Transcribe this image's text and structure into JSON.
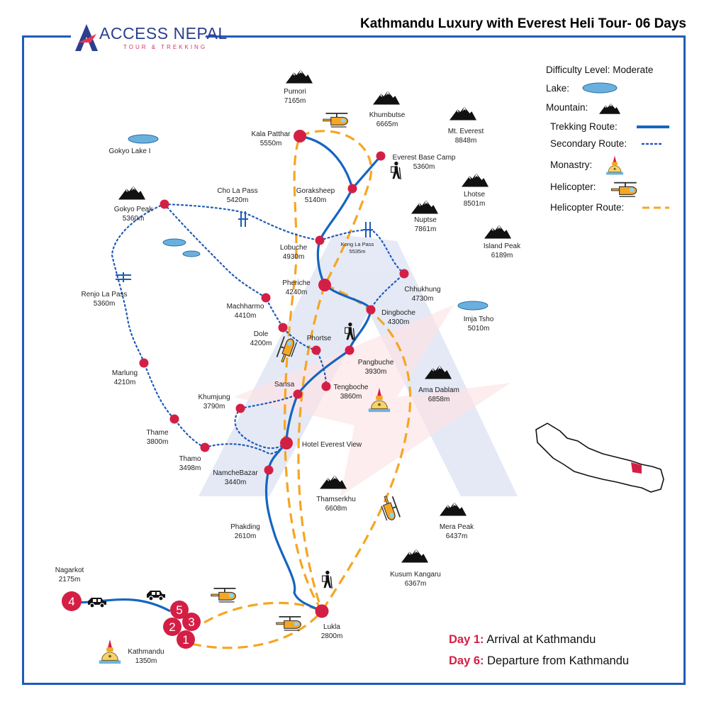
{
  "title": "Kathmandu Luxury with Everest Heli Tour- 06 Days",
  "logo": {
    "name": "ACCESS NEPAL",
    "tagline": "TOUR & TREKKING"
  },
  "legend": {
    "difficulty": "Difficulty Level: Moderate",
    "lake": "Lake:",
    "mountain": "Mountain:",
    "trekking_route": "Trekking Route:",
    "secondary_route": "Secondary Route:",
    "monastery": "Monastry:",
    "helicopter": "Helicopter:",
    "helicopter_route": "Helicopter Route:"
  },
  "colors": {
    "trekking_route": "#1565c0",
    "secondary_route": "#1f5bb8",
    "helicopter_route": "#f5a623",
    "stop": "#d41f45",
    "border": "#1f5bb8",
    "lake": "#6ab0de"
  },
  "days": [
    {
      "key": "Day 1:",
      "text": "Arrival at Kathmandu"
    },
    {
      "key": "Day 6:",
      "text": "Departure from Kathmandu"
    }
  ],
  "places": {
    "kala_patthar": {
      "name": "Kala Patthar",
      "alt": "5550m"
    },
    "everest_base_camp": {
      "name": "Everest Base Camp",
      "alt": "5360m"
    },
    "gorakshep": {
      "name": "Goraksheep",
      "alt": "5140m"
    },
    "lobuche": {
      "name": "Lobuche",
      "alt": "4930m"
    },
    "kong_la": {
      "name": "Kong La Pass",
      "alt": "5535m"
    },
    "pheriche": {
      "name": "Pheriche",
      "alt": "4240m"
    },
    "chhukhung": {
      "name": "Chhukhung",
      "alt": "4730m"
    },
    "dingboche": {
      "name": "Dingboche",
      "alt": "4300m"
    },
    "machharmo": {
      "name": "Machharmo",
      "alt": "4410m"
    },
    "dole": {
      "name": "Dole",
      "alt": "4200m"
    },
    "phortse": {
      "name": "Phortse",
      "alt": ""
    },
    "pangbuche": {
      "name": "Pangbuche",
      "alt": "3930m"
    },
    "tengboche": {
      "name": "Tengboche",
      "alt": "3860m"
    },
    "sansa": {
      "name": "Sansa",
      "alt": ""
    },
    "khumjung": {
      "name": "Khumjung",
      "alt": "3790m"
    },
    "hotel_everest_view": {
      "name": "Hotel Everest View",
      "alt": ""
    },
    "namche": {
      "name": "NamcheBazar",
      "alt": "3440m"
    },
    "thame": {
      "name": "Thame",
      "alt": "3800m"
    },
    "thamo": {
      "name": "Thamo",
      "alt": "3498m"
    },
    "marlung": {
      "name": "Marlung",
      "alt": "4210m"
    },
    "renjo_la": {
      "name": "Renjo La Pass",
      "alt": "5360m"
    },
    "gokyo_peak": {
      "name": "Gokyo Peak",
      "alt": "5360m"
    },
    "cho_la": {
      "name": "Cho La Pass",
      "alt": "5420m"
    },
    "phakding": {
      "name": "Phakding",
      "alt": "2610m"
    },
    "lukla": {
      "name": "Lukla",
      "alt": "2800m"
    },
    "nagarkot": {
      "name": "Nagarkot",
      "alt": "2175m"
    },
    "kathmandu": {
      "name": "Kathmandu",
      "alt": "1350m"
    }
  },
  "peaks": {
    "pumori": {
      "name": "Pumori",
      "alt": "7165m"
    },
    "khumbutse": {
      "name": "Khumbutse",
      "alt": "6665m"
    },
    "mt_everest": {
      "name": "Mt. Everest",
      "alt": "8848m"
    },
    "lhotse": {
      "name": "Lhotse",
      "alt": "8501m"
    },
    "nuptse": {
      "name": "Nuptse",
      "alt": "7861m"
    },
    "island_peak": {
      "name": "Island Peak",
      "alt": "6189m"
    },
    "ama_dablam": {
      "name": "Ama Dablam",
      "alt": "6858m"
    },
    "thamserkhu": {
      "name": "Thamserkhu",
      "alt": "6608m"
    },
    "mera_peak": {
      "name": "Mera Peak",
      "alt": "6437m"
    },
    "kusum_kangaru": {
      "name": "Kusum Kangaru",
      "alt": "6367m"
    }
  },
  "lakes": {
    "gokyo_lake": {
      "name": "Gokyo Lake I"
    },
    "imja_tsho": {
      "name": "Imja Tsho",
      "alt": "5010m"
    }
  },
  "day_markers": [
    "5",
    "2",
    "3",
    "1",
    "4"
  ]
}
